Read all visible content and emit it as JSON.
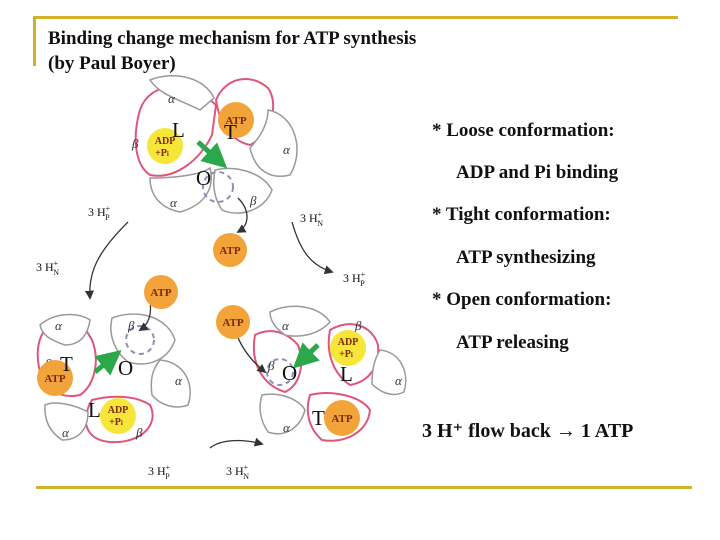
{
  "title": {
    "line1": "Binding change mechanism for ATP synthesis",
    "line2": "(by Paul Boyer)"
  },
  "bullets": [
    {
      "head": "* Loose conformation:",
      "detail": "ADP and Pi binding"
    },
    {
      "head": "* Tight conformation:",
      "detail": "ATP synthesizing"
    },
    {
      "head": "* Open conformation:",
      "detail": "ATP releasing"
    }
  ],
  "summary": "3 H⁺ flow back → 1 ATP",
  "site_labels": {
    "loose": "L",
    "tight": "T",
    "open": "O"
  },
  "molecules": {
    "atp": "ATP",
    "adp_line1": "ADP",
    "adp_line2": "+P",
    "adp_sub": "i"
  },
  "subunits": {
    "alpha": "α",
    "beta": "β"
  },
  "proton_flow": {
    "hp": "3 H",
    "hp_sup": "+",
    "hp_sub": "P",
    "hn_sub": "N"
  },
  "colors": {
    "frame": "#d4b12a",
    "atp_ball": "#f2a33a",
    "adp_ball": "#f6e63a",
    "beta_outline": "#e0557a",
    "arrow_green": "#2aa84a",
    "flow_arrow": "#333333"
  }
}
